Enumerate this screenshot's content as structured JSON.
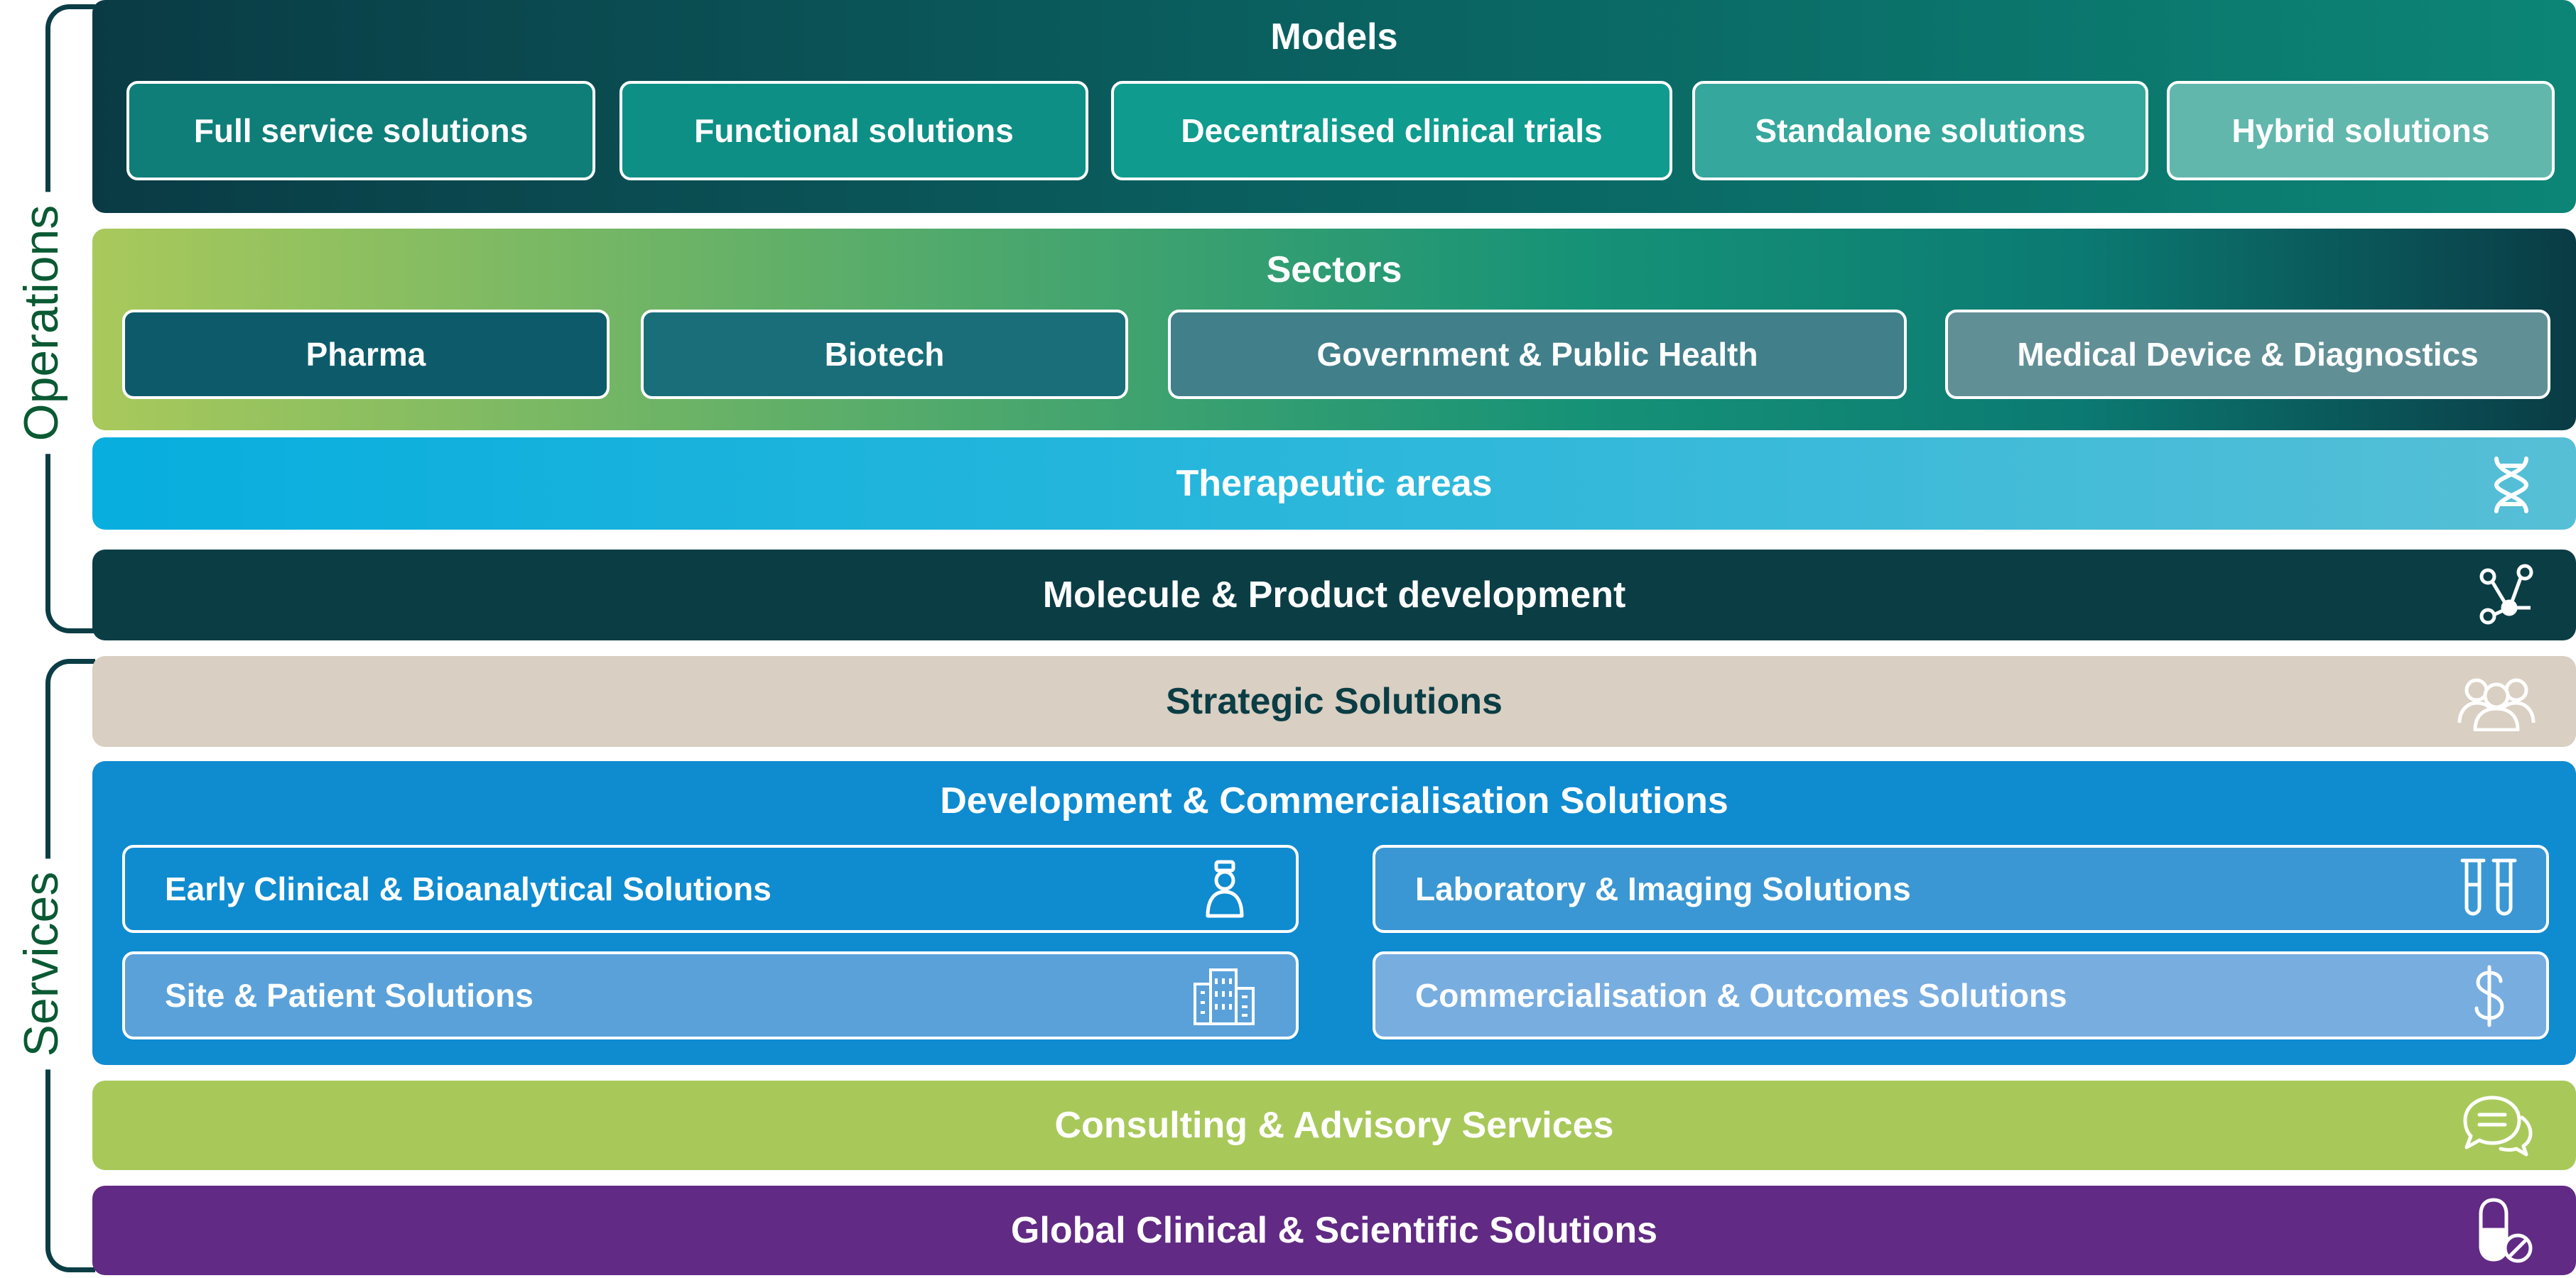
{
  "side_labels": {
    "operations": "Operations",
    "services": "Services"
  },
  "models": {
    "title": "Models",
    "items": [
      "Full service solutions",
      "Functional solutions",
      "Decentralised clinical trials",
      "Standalone solutions",
      "Hybrid solutions"
    ]
  },
  "sectors": {
    "title": "Sectors",
    "items": [
      "Pharma",
      "Biotech",
      "Government & Public Health",
      "Medical Device & Diagnostics"
    ]
  },
  "therapeutic_areas": {
    "title": "Therapeutic areas",
    "icon": "dna-icon"
  },
  "molecule_product": {
    "title": "Molecule & Product development",
    "icon": "molecule-network-icon"
  },
  "strategic_solutions": {
    "title": "Strategic Solutions",
    "icon": "people-group-icon"
  },
  "dev_commercial": {
    "title": "Development & Commercialisation Solutions",
    "items": [
      {
        "label": "Early Clinical & Bioanalytical Solutions",
        "icon": "person-icon"
      },
      {
        "label": "Laboratory & Imaging Solutions",
        "icon": "test-tubes-icon"
      },
      {
        "label": "Site & Patient Solutions",
        "icon": "building-icon"
      },
      {
        "label": "Commercialisation & Outcomes Solutions",
        "icon": "dollar-icon"
      }
    ]
  },
  "consulting": {
    "title": "Consulting & Advisory Services",
    "icon": "chat-bubbles-icon"
  },
  "global_clinical": {
    "title": "Global Clinical & Scientific Solutions",
    "icon": "pill-capsule-icon"
  },
  "colors": {
    "dark_teal": "#0b3d45",
    "cyan": "#1aa8dc",
    "beige": "#d9cfc2",
    "blue": "#0f8bd0",
    "lime": "#a8c95a",
    "purple": "#612a84"
  }
}
